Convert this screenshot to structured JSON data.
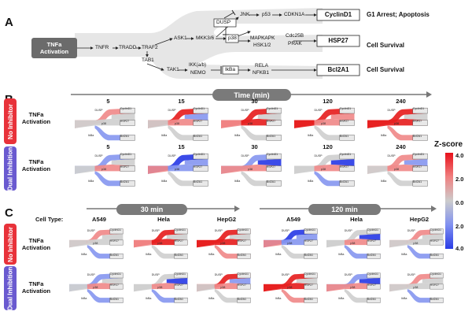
{
  "panels": {
    "a": "A",
    "b": "B",
    "c": "C"
  },
  "panel_a": {
    "input_node": "TNFa Activation",
    "nodes": {
      "tnfr": "TNFR",
      "tradd": "TRADD",
      "traf2": "TRAF2",
      "tab1": "TAB1",
      "ask1": "ASK1",
      "mkk": "MKK3/6",
      "p38": "p38",
      "dusp": "DUSP",
      "jnk": "JNK",
      "p53": "p53",
      "cdkn1a": "CDKN1A",
      "mapkapk": "MAPKAPK",
      "hsk": "HSK1/2",
      "cdc25b": "Cdc25B",
      "prak": "PRAK",
      "tak1": "TAK1",
      "ikk": "IKK(a/b)",
      "nemo": "NEMO",
      "ikba": "IkBa",
      "rela": "RELA",
      "nfkb1": "NFKB1"
    },
    "outputs": [
      {
        "node": "CyclinD1",
        "outcome": "G1 Arrest; Apoptosis"
      },
      {
        "node": "HSP27",
        "outcome": "Cell Survival"
      },
      {
        "node": "Bcl2A1",
        "outcome": "Cell Survival"
      }
    ]
  },
  "panel_b": {
    "header": "Time (min)",
    "timepoints": [
      "5",
      "15",
      "30",
      "120",
      "240"
    ],
    "rows": [
      {
        "tab": "No Inhibitor",
        "label": "TNFa Activation"
      },
      {
        "tab": "Dual Inhibition",
        "label": "TNFa Activation"
      }
    ],
    "mini_labels": {
      "cyclin": "CyclinD1",
      "hsp": "HSP27",
      "bcl": "Bcl2A1",
      "dusp": "DUSP",
      "p38": "p38",
      "ikba": "IkBa"
    }
  },
  "panel_c": {
    "cell_type_label": "Cell Type:",
    "groups": [
      {
        "header": "30 min",
        "cells": [
          "A549",
          "Hela",
          "HepG2"
        ]
      },
      {
        "header": "120 min",
        "cells": [
          "A549",
          "Hela",
          "HepG2"
        ]
      }
    ],
    "rows": [
      {
        "tab": "No Inhibitor",
        "label": "TNFa Activation"
      },
      {
        "tab": "Dual Inhibition",
        "label": "TNFa Activation"
      }
    ]
  },
  "colorbar": {
    "title": "Z-score",
    "ticks": [
      "4.0",
      "2.0",
      "0.0",
      "2.0",
      "4.0"
    ],
    "colors": {
      "high": "#e8101a",
      "mid": "#cccccc",
      "low": "#2a3ce6"
    }
  },
  "colors": {
    "red_tab": "#e8323a",
    "blue_tab": "#6a5ad0",
    "pill": "#7a7a7a",
    "input_box": "#6b6b6b"
  }
}
